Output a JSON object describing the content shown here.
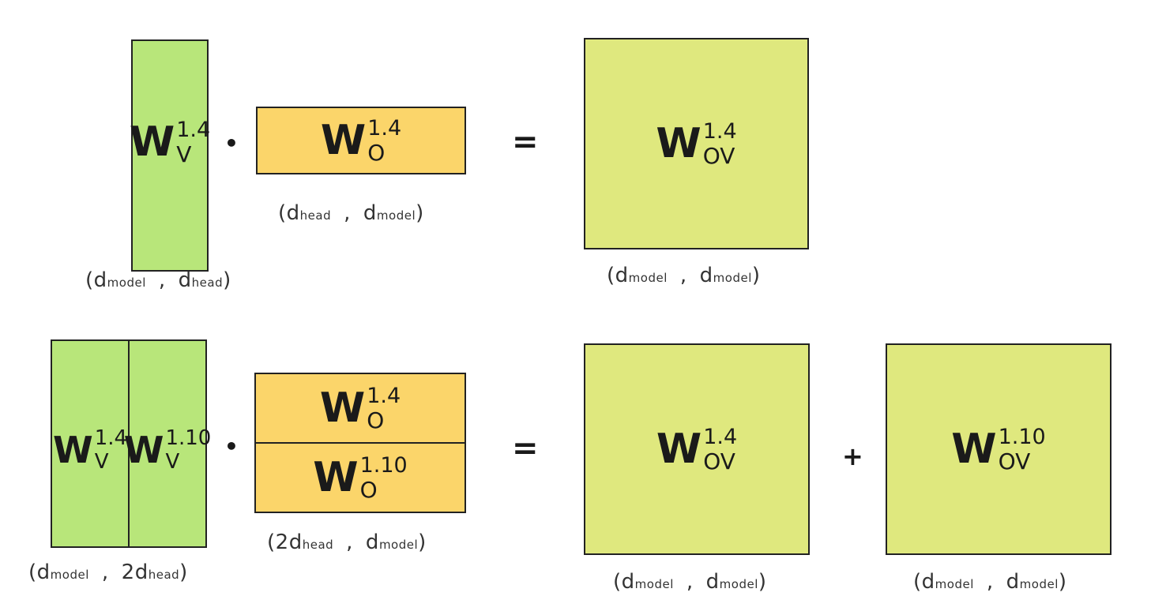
{
  "row1": {
    "wv": {
      "w": "W",
      "sup": "1.4",
      "sub": "V"
    },
    "dot": "•",
    "wo": {
      "w": "W",
      "sup": "1.4",
      "sub": "O"
    },
    "eq": "=",
    "wov": {
      "w": "W",
      "sup": "1.4",
      "sub": "OV"
    },
    "dim_wv": {
      "open": "(",
      "d1": "d",
      "s1": "model",
      "comma": ",",
      "d2": "d",
      "s2": "head",
      "close": ")"
    },
    "dim_wo": {
      "open": "(",
      "d1": "d",
      "s1": "head",
      "comma": ",",
      "d2": "d",
      "s2": "model",
      "close": ")"
    },
    "dim_wov": {
      "open": "(",
      "d1": "d",
      "s1": "model",
      "comma": ",",
      "d2": "d",
      "s2": "model",
      "close": ")"
    }
  },
  "row2": {
    "wv_a": {
      "w": "W",
      "sup": "1.4",
      "sub": "V"
    },
    "wv_b": {
      "w": "W",
      "sup": "1.10",
      "sub": "V"
    },
    "dot": "•",
    "wo_a": {
      "w": "W",
      "sup": "1.4",
      "sub": "O"
    },
    "wo_b": {
      "w": "W",
      "sup": "1.10",
      "sub": "O"
    },
    "eq": "=",
    "wov_a": {
      "w": "W",
      "sup": "1.4",
      "sub": "OV"
    },
    "plus": "+",
    "wov_b": {
      "w": "W",
      "sup": "1.10",
      "sub": "OV"
    },
    "dim_wv": {
      "open": "(",
      "d1": "d",
      "s1": "model",
      "comma": ",",
      "d2": "2d",
      "s2": "head",
      "close": ")"
    },
    "dim_wo": {
      "open": "(",
      "d1": "2d",
      "s1": "head",
      "comma": ",",
      "d2": "d",
      "s2": "model",
      "close": ")"
    },
    "dim_wov_a": {
      "open": "(",
      "d1": "d",
      "s1": "model",
      "comma": ",",
      "d2": "d",
      "s2": "model",
      "close": ")"
    },
    "dim_wov_b": {
      "open": "(",
      "d1": "d",
      "s1": "model",
      "comma": ",",
      "d2": "d",
      "s2": "model",
      "close": ")"
    }
  },
  "colors": {
    "green": "#b8e67a",
    "yellow": "#fbd56a",
    "lime": "#dfe87e",
    "stroke": "#222222"
  }
}
